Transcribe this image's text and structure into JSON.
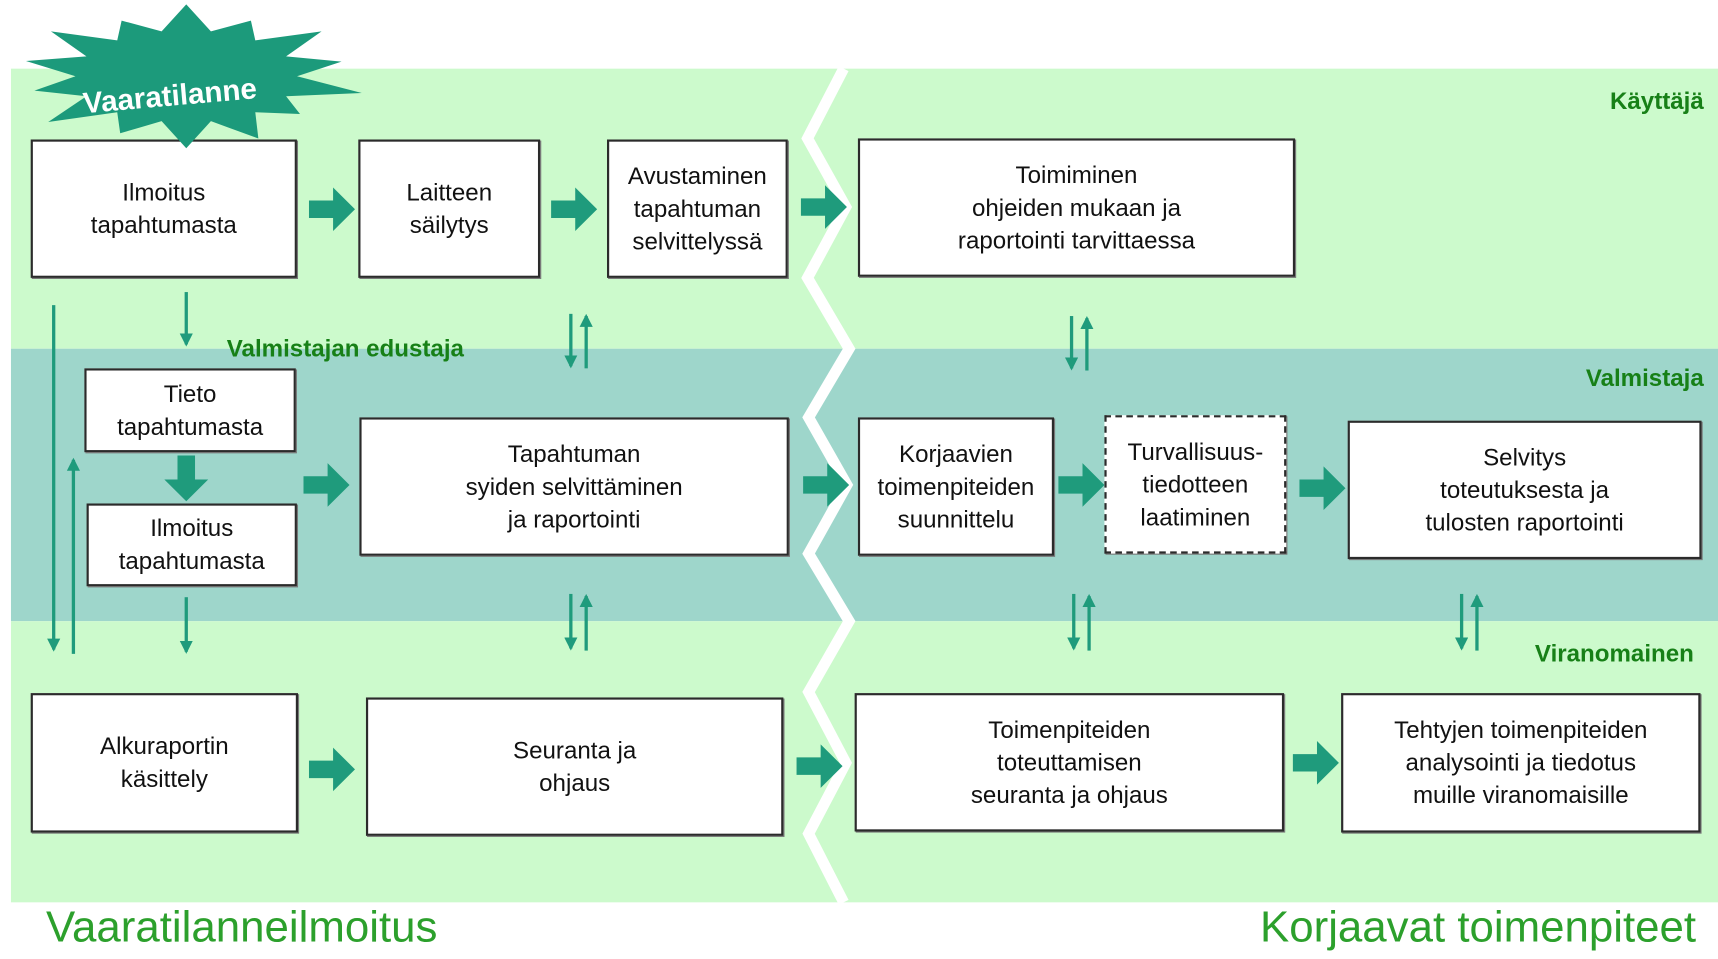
{
  "diagram": {
    "starburst": "Vaaratilanne",
    "lane_labels": {
      "kayttaja": "Käyttäjä",
      "valmistaja": "Valmistaja",
      "valmistajan_edustaja": "Valmistajan edustaja",
      "viranomainen": "Viranomainen"
    },
    "kayttaja_boxes": [
      {
        "lines": [
          "Ilmoitus",
          "tapahtumasta"
        ]
      },
      {
        "lines": [
          "Laitteen",
          "säilytys"
        ]
      },
      {
        "lines": [
          "Avustaminen",
          "tapahtuman",
          "selvittelyssä"
        ]
      },
      {
        "lines": [
          "Toimiminen",
          "ohjeiden mukaan ja",
          "raportointi tarvittaessa"
        ]
      }
    ],
    "valmistaja_boxes": [
      {
        "lines": [
          "Tieto",
          "tapahtumasta"
        ]
      },
      {
        "lines": [
          "Ilmoitus",
          "tapahtumasta"
        ]
      },
      {
        "lines": [
          "Tapahtuman",
          "syiden selvittäminen",
          "ja raportointi"
        ]
      },
      {
        "lines": [
          "Korjaavien",
          "toimenpiteiden",
          "suunnittelu"
        ]
      },
      {
        "lines": [
          "Turvallisuus-",
          "tiedotteen",
          "laatiminen"
        ]
      },
      {
        "lines": [
          "Selvitys",
          "toteutuksesta ja",
          "tulosten raportointi"
        ]
      }
    ],
    "viranomainen_boxes": [
      {
        "lines": [
          "Alkuraportin",
          "käsittely"
        ]
      },
      {
        "lines": [
          "Seuranta ja",
          "ohjaus"
        ]
      },
      {
        "lines": [
          "Toimenpiteiden",
          "toteuttamisen",
          "seuranta ja ohjaus"
        ]
      },
      {
        "lines": [
          "Tehtyjen toimenpiteiden",
          "analysointi ja tiedotus",
          "muille viranomaisille"
        ]
      }
    ],
    "phase_labels": {
      "left": "Vaaratilanneilmoitus",
      "right": "Korjaavat toimenpiteet"
    }
  },
  "colors": {
    "top_lane": "#ccfacc",
    "middle_lane": "#9ed6cb",
    "bottom_lane": "#ccfacc",
    "arrow": "#1f9b7c",
    "starburst": "#1c9a7b",
    "lane_label": "#178017",
    "phase_label": "#2ca02c",
    "box_border": "#2b2b2b"
  }
}
